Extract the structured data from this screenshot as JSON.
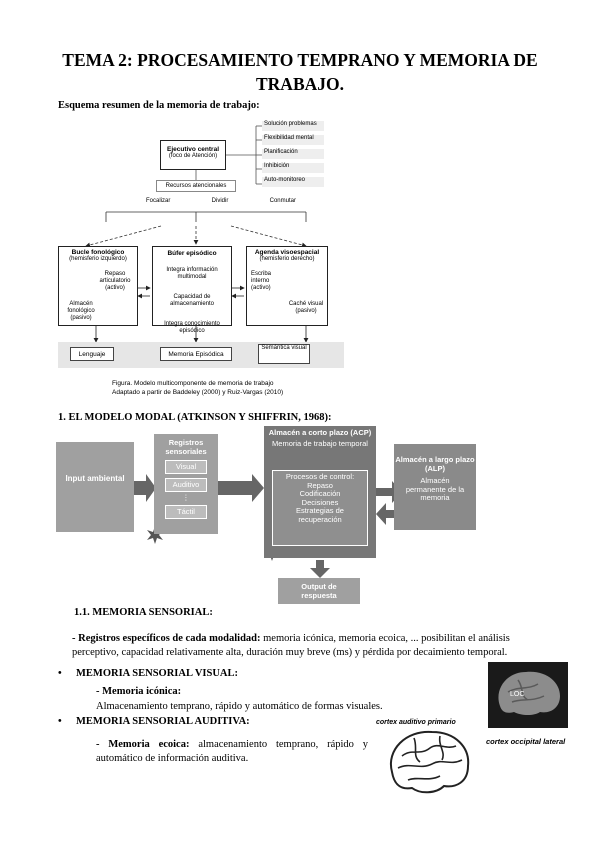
{
  "title": "TEMA 2: PROCESAMIENTO TEMPRANO Y MEMORIA DE TRABAJO.",
  "subtitle": "Esquema resumen de la memoria de trabajo:",
  "wm_diagram": {
    "central_executive": "Ejecutivo central",
    "central_executive_sub": "(foco de Atención)",
    "functions": [
      "Solución problemas",
      "Flexibilidad mental",
      "Planificación",
      "Inhibición",
      "Auto-monitoreo"
    ],
    "attention_resources": "Recursos atencionales",
    "attention_modes": [
      "Focalizar",
      "Dividir",
      "Conmutar"
    ],
    "loop_title": "Bucle fonológico",
    "loop_sub": "(hemisferio izquierdo)",
    "loop_rehearsal": "Repaso articulatorio (activo)",
    "loop_store": "Almacén fonológico (pasivo)",
    "buffer_title": "Búfer episódico",
    "buffer_items": [
      "Integra información multimodal",
      "Capacidad de almacenamiento",
      "Integra conocimiento episódico"
    ],
    "sketch_title": "Agenda visoespacial",
    "sketch_sub": "(hemisferio derecho)",
    "sketch_scribe": "Escriba interno (activo)",
    "sketch_cache": "Caché visual (pasivo)",
    "bottom": [
      "Lenguaje",
      "Memoria Episódica",
      "Semántica visual"
    ],
    "caption_1": "Figura. Modelo multicomponente de memoria de trabajo",
    "caption_2": "Adaptado a partir de Baddeley (2000) y Ruiz-Vargas (2010)"
  },
  "section1_heading": "1.   EL MODELO MODAL (ATKINSON Y SHIFFRIN, 1968):",
  "modal_diagram": {
    "input": "Input ambiental",
    "registers_title": "Registros sensoriales",
    "registers": [
      "Visual",
      "Auditivo",
      "Táctil"
    ],
    "dots": "⋮",
    "stm_title": "Almacén a corto plazo (ACP)",
    "stm_sub": "Memoria de trabajo temporal",
    "control_title": "Procesos de control:",
    "control_items": [
      "Repaso",
      "Codificación",
      "Decisiones",
      "Estrategias de recuperación"
    ],
    "ltm_title": "Almacén a largo plazo (ALP)",
    "ltm_sub": "Almacén permanente de la memoria",
    "output": "Output de respuesta"
  },
  "section11_heading": "1.1. MEMORIA SENSORIAL:",
  "para_bold": "- Registros específicos de cada modalidad:",
  "para_rest_a": " memoria icónica, memoria ecoica, ...  posibilitan el análisis perceptivo, capacidad relativamente alta, duración muy breve (ms) y pérdida por decaimiento temporal.",
  "bullet_visual": "MEMORIA SENSORIAL VISUAL:",
  "iconic_label": "- Memoria icónica:",
  "iconic_text": "Almacenamiento temprano, rápido y automático de formas visuales.",
  "bullet_auditory": "MEMORIA SENSORIAL AUDITIVA:",
  "echoic_label": "- Memoria ecoica:",
  "echoic_text": " almacenamiento temprano, rápido y automático de información auditiva.",
  "img_visual_caption": "cortex occipital lateral",
  "img_visual_tag": "LOC",
  "img_auditory_caption": "cortex auditivo primario",
  "bullet_glyph": "•"
}
